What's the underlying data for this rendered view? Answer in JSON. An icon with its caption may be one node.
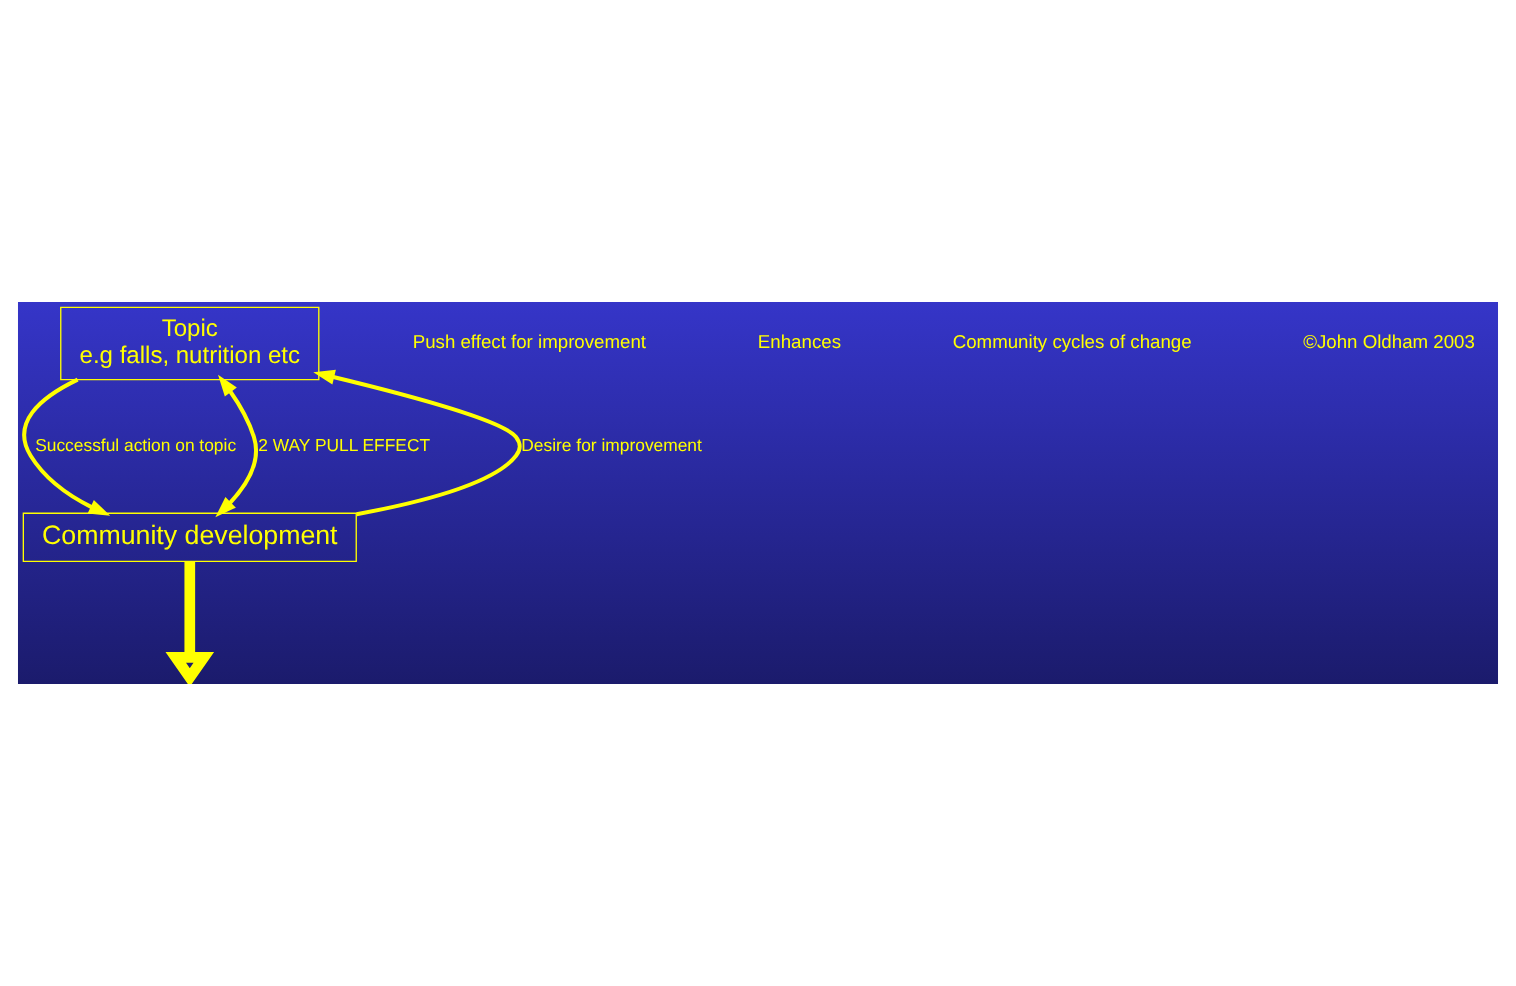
{
  "diagram": {
    "nodes": [
      {
        "text": [
          "Topic",
          "e.g falls, nutrition etc"
        ]
      },
      {
        "text": [
          "Community development"
        ]
      }
    ],
    "edges": [
      {
        "from": 0,
        "to": 1,
        "arrow": "to",
        "label": "Successful action on topic"
      },
      {
        "from": 1,
        "to": 0,
        "arrow": "to",
        "label": "Desire for improvement"
      },
      {
        "from": 0,
        "to": 1,
        "arrow": "both",
        "label": "2 WAY PULL EFFECT"
      },
      {
        "from": 1,
        "to": null,
        "arrow": "to",
        "style": "thick"
      }
    ],
    "labels": [
      "Push effect for improvement",
      "Enhances",
      "Community cycles of change",
      "©John Oldham 2003"
    ]
  }
}
